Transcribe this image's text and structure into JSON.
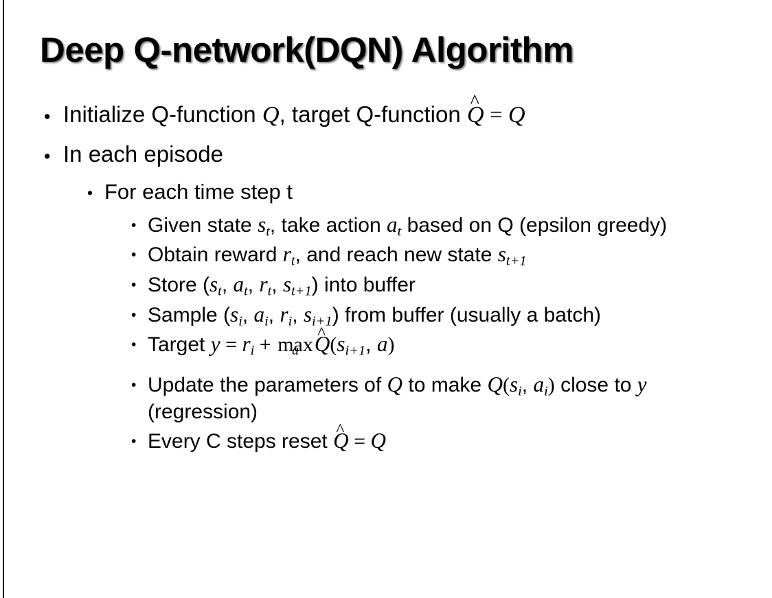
{
  "slide": {
    "title": "Deep Q-network(DQN) Algorithm",
    "bullet_glyph": "•",
    "background_color": "#ffffff",
    "text_color": "#000000",
    "edge_rule_color": "#1d1d1d"
  },
  "bullets": {
    "initialize": {
      "pre": "Initialize Q-function ",
      "var_q1": "Q",
      "mid": ", target Q-function ",
      "qhat": "Q",
      "hat": "^",
      "eq": " = ",
      "var_q2": "Q"
    },
    "in_each_episode": "In each episode",
    "for_each_time_step": "For each time step t",
    "given_state": {
      "pre": "Given state ",
      "s": "s",
      "s_sub": "t",
      "mid": ", take action ",
      "a": "a",
      "a_sub": "t",
      "post": " based on Q (epsilon greedy)"
    },
    "obtain_reward": {
      "pre": "Obtain reward ",
      "r": "r",
      "r_sub": "t",
      "mid": ", and reach new state ",
      "s": "s",
      "s_sub": "t+1"
    },
    "store": {
      "pre": "Store (",
      "s1": "s",
      "s1_sub": "t",
      "c1": ", ",
      "a1": "a",
      "a1_sub": "t",
      "c2": ", ",
      "r1": "r",
      "r1_sub": "t",
      "c3": ", ",
      "s2": "s",
      "s2_sub": "t+1",
      "post": ") into buffer"
    },
    "sample": {
      "pre": "Sample (",
      "s1": "s",
      "s1_sub": "i",
      "c1": ", ",
      "a1": "a",
      "a1_sub": "i",
      "c2": ", ",
      "r1": "r",
      "r1_sub": "i",
      "c3": ", ",
      "s2": "s",
      "s2_sub": "i+1",
      "post": ") from buffer (usually a batch)"
    },
    "target": {
      "pre": "Target ",
      "y": "y",
      "eq": " = ",
      "r": "r",
      "r_sub": "i",
      "plus": " + ",
      "max": "max",
      "max_limit": "a",
      "qhat": "Q",
      "hat": "^",
      "open": "(",
      "s": "s",
      "s_sub": "i+1",
      "comma": ", ",
      "a": "a",
      "close": ")"
    },
    "update": {
      "pre": "Update the parameters of ",
      "q1": "Q",
      "mid": " to make ",
      "q2": "Q",
      "open": "(",
      "s": "s",
      "s_sub": "i",
      "comma": ", ",
      "a": "a",
      "a_sub": "i",
      "close": ")",
      "post": " close to ",
      "y": "y",
      "tail": " (regression)"
    },
    "every_c_steps": {
      "pre": "Every C steps reset ",
      "qhat": "Q",
      "hat": "^",
      "eq": " = ",
      "q": "Q"
    }
  }
}
